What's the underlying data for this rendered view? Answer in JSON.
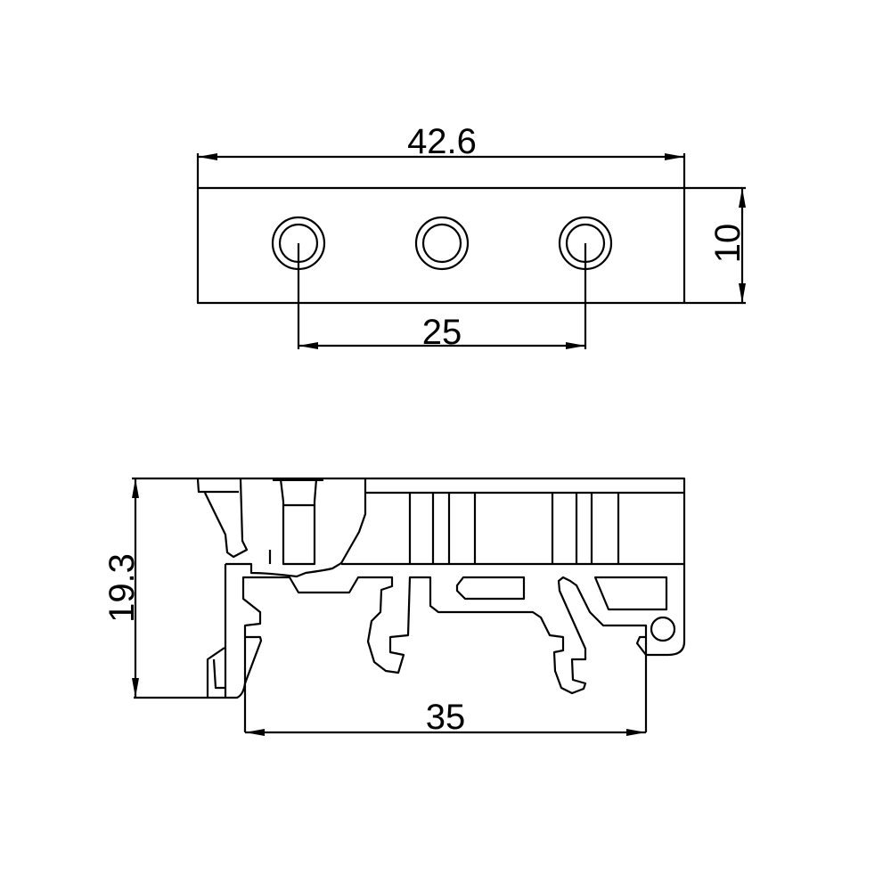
{
  "top_view": {
    "width_label": "42.6",
    "height_label": "10",
    "hole_spacing_label": "25",
    "holes": 3
  },
  "side_view": {
    "height_label": "19.3",
    "rail_width_label": "35"
  },
  "colors": {
    "line": "#000000",
    "background": "#ffffff"
  }
}
